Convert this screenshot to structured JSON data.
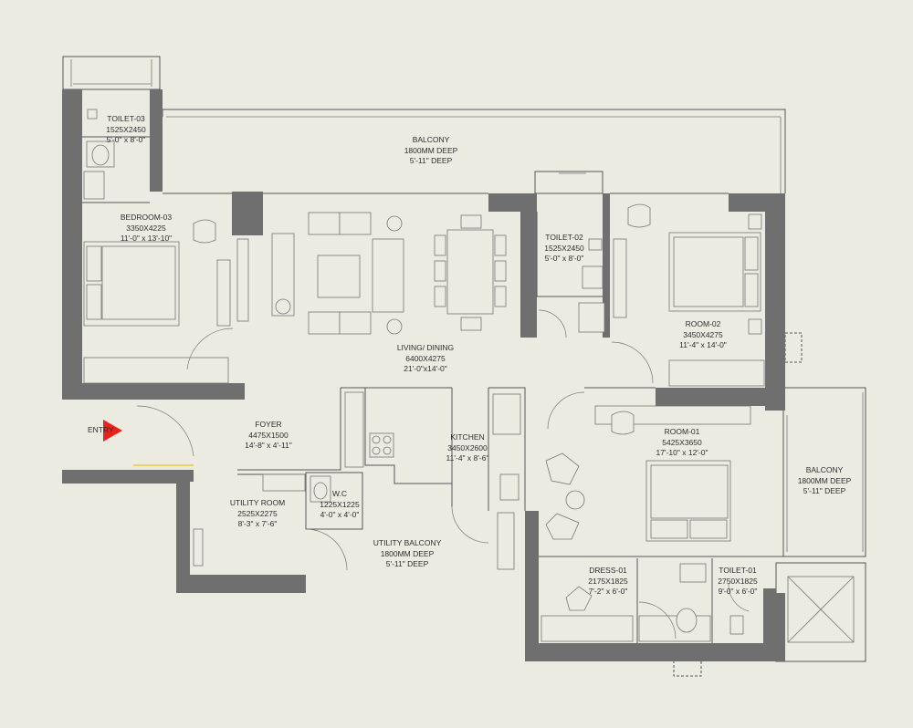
{
  "entry_label": "ENTRY",
  "rooms": {
    "toilet_03": {
      "name": "TOILET-03",
      "size_mm": "1525X2450",
      "size_ft": "5'-0\" x 8'-0\""
    },
    "balcony_top": {
      "name": "BALCONY",
      "depth_mm": "1800MM DEEP",
      "depth_ft": "5'-11\" DEEP"
    },
    "bedroom_03": {
      "name": "BEDROOM-03",
      "size_mm": "3350X4225",
      "size_ft": "11'-0\" x 13'-10\""
    },
    "toilet_02": {
      "name": "TOILET-02",
      "size_mm": "1525X2450",
      "size_ft": "5'-0\" x 8'-0\""
    },
    "room_02": {
      "name": "ROOM-02",
      "size_mm": "3450X4275",
      "size_ft": "11'-4\" x 14'-0\""
    },
    "living": {
      "name": "LIVING/ DINING",
      "size_mm": "6400X4275",
      "size_ft": "21'-0\"x14'-0\""
    },
    "foyer": {
      "name": "FOYER",
      "size_mm": "4475X1500",
      "size_ft": "14'-8\" x 4'-11\""
    },
    "kitchen": {
      "name": "KITCHEN",
      "size_mm": "3450X2600",
      "size_ft": "11'-4\" x 8'-6\""
    },
    "room_01": {
      "name": "ROOM-01",
      "size_mm": "5425X3650",
      "size_ft": "17'-10\" x 12'-0\""
    },
    "balcony_right": {
      "name": "BALCONY",
      "depth_mm": "1800MM DEEP",
      "depth_ft": "5'-11\" DEEP"
    },
    "wc": {
      "name": "W.C",
      "size_mm": "1225X1225",
      "size_ft": "4'-0\" x 4'-0\""
    },
    "utility_room": {
      "name": "UTILITY ROOM",
      "size_mm": "2525X2275",
      "size_ft": "8'-3\" x 7'-6\""
    },
    "utility_balcony": {
      "name": "UTILITY BALCONY",
      "depth_mm": "1800MM DEEP",
      "depth_ft": "5'-11\" DEEP"
    },
    "dress_01": {
      "name": "DRESS-01",
      "size_mm": "2175X1825",
      "size_ft": "7'-2\" x 6'-0\""
    },
    "toilet_01": {
      "name": "TOILET-01",
      "size_mm": "2750X1825",
      "size_ft": "9'-0\" x 6'-0\""
    }
  },
  "colors": {
    "background": "#ebebe2",
    "wall": "#6f6f6f",
    "entry_arrow": "#e8231b",
    "line": "#555555"
  }
}
